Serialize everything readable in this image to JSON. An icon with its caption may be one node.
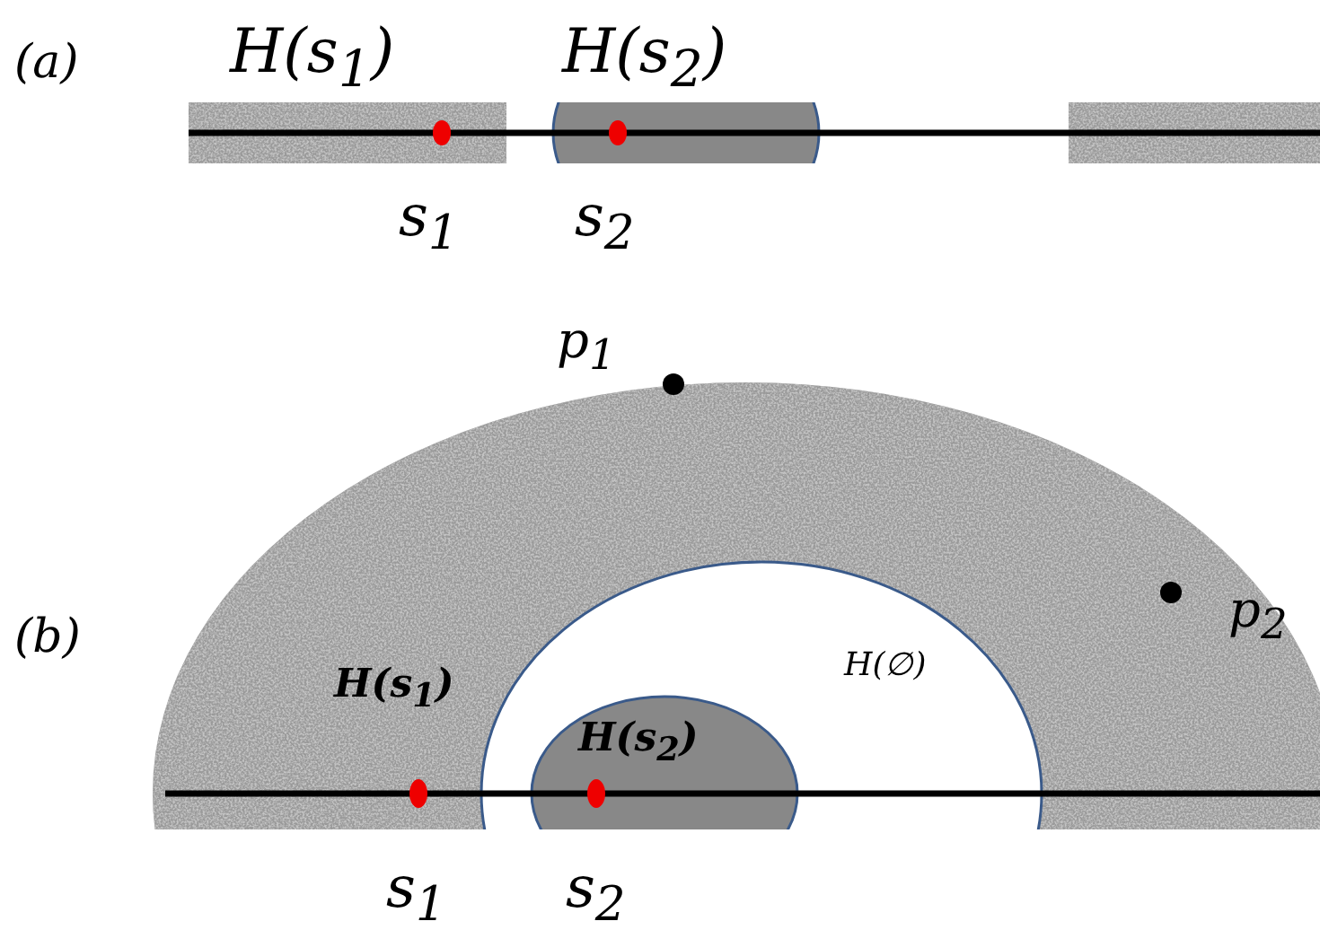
{
  "diagram": {
    "labels": [
      "(a)",
      "H(s$_{1}$)",
      "H(s$_{2}$)",
      "s$_{1}$",
      "s$_{2}$",
      "p$_{1}$",
      "(b)",
      "p$_{2}$",
      "H(∅)",
      "H(s$_{1}$)",
      "H(s$_{2}$)",
      "s$_{1}$",
      "s$_{2}$"
    ]
  }
}
